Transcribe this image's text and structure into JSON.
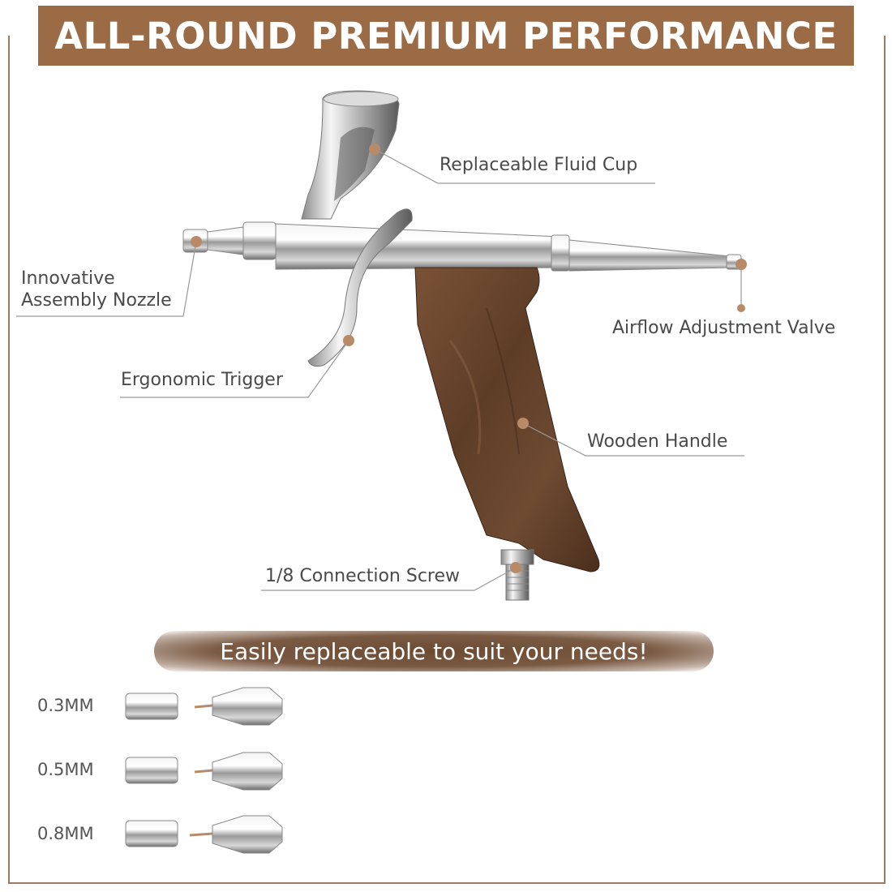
{
  "header": {
    "title": "ALL-ROUND PREMIUM PERFORMANCE"
  },
  "callouts": {
    "fluid_cup": "Replaceable Fluid Cup",
    "nozzle_line1": "Innovative",
    "nozzle_line2": "Assembly Nozzle",
    "airflow_valve": "Airflow Adjustment Valve",
    "trigger": "Ergonomic Trigger",
    "handle": "Wooden Handle",
    "connection_screw": "1/8 Connection Screw"
  },
  "subtitle": "Easily replaceable to suit your needs!",
  "sizes": [
    {
      "label": "0.3MM"
    },
    {
      "label": "0.5MM"
    },
    {
      "label": "0.8MM"
    }
  ],
  "colors": {
    "brand_brown": "#9b6b45",
    "dot_brown": "#b98a67",
    "text_gray": "#4a4a4a"
  }
}
